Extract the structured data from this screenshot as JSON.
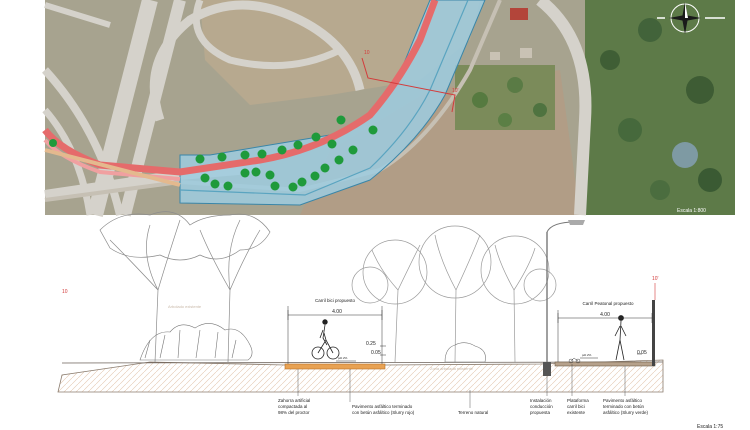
{
  "plan": {
    "scale_label": "Escala 1:800",
    "section_start": "10",
    "section_end": "10'",
    "north_arrow": "compass-rose-icon"
  },
  "section": {
    "left_marker": "10",
    "right_marker": "10'",
    "scale_label": "Escala 1:75",
    "tree_label": "Arbolado existente",
    "zone_label": "Zona arbolada existente",
    "bike_lane": {
      "title": "Carril bici propuesto",
      "width": "4.00",
      "dim_025": "0.25",
      "dim_005": "0.05",
      "slope": "pdt 2%"
    },
    "ped_lane": {
      "title": "Carril Peatonal propuesto",
      "width": "4.00",
      "dim_005": "0.05",
      "slope": "pdt 2%"
    },
    "callouts": {
      "zahorra": [
        "Zahorra artificial",
        "compactada al",
        "98% del proctor"
      ],
      "pav_rojo": [
        "Pavimento asfáltico terminado",
        "con betún asfáltico (Slurry rojo)"
      ],
      "terreno": [
        "Terreno natural"
      ],
      "instalacion": [
        "Instalación",
        "conducción",
        "propuesta"
      ],
      "plataforma": [
        "Plataforma",
        "carril bici",
        "existente"
      ],
      "pav_verde": [
        "Pavimento asfáltico",
        "terminado con betún",
        "asfáltico (Slurry verde)"
      ]
    }
  }
}
